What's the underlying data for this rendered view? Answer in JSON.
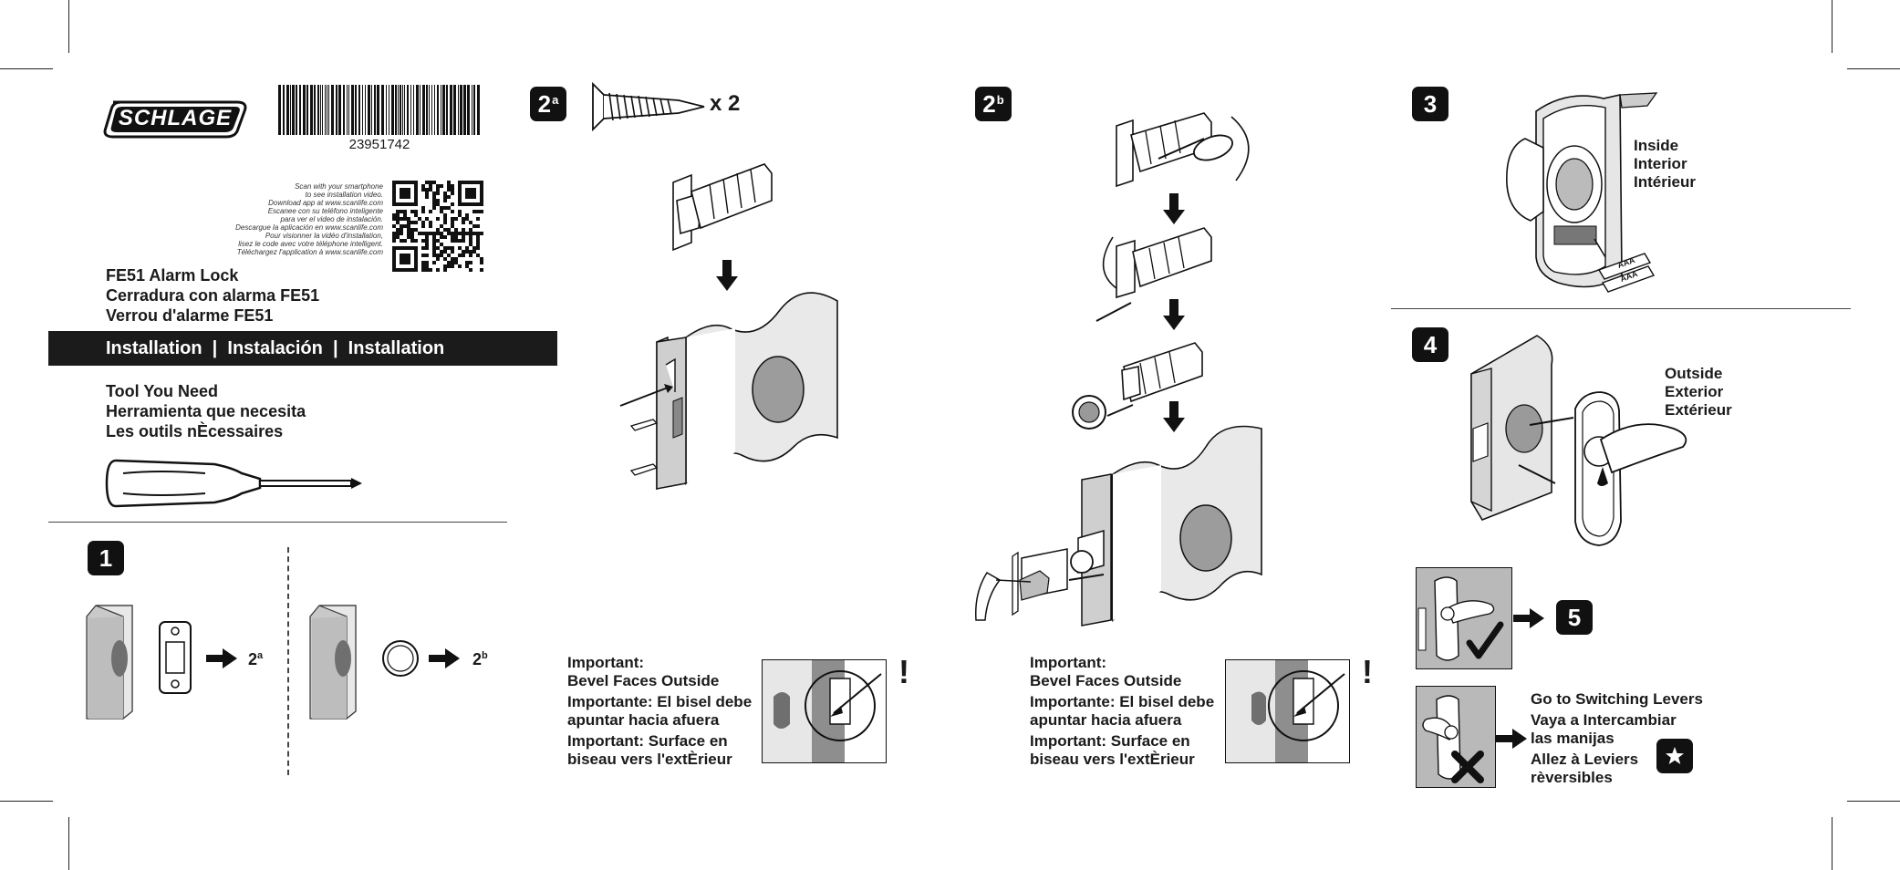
{
  "brand": {
    "logo_text": "SCHLAGE",
    "barcode_number": "23951742"
  },
  "qr": {
    "lines": [
      "Scan with your smartphone",
      "to see installation video.",
      "Download app at www.scanlife.com",
      "Escanee con su teléfono inteligente",
      "para ver el video de instalación.",
      "Descargue la aplicación en www.scanlife.com",
      "Pour visionner la vidéo d'installation,",
      "lisez le code avec votre téléphone intelligent.",
      "Téléchargez l'application à www.scanlife.com"
    ]
  },
  "product": {
    "title_en": "FE51 Alarm Lock",
    "title_es": "Cerradura con alarma FE51",
    "title_fr": "Verrou d'alarme FE51"
  },
  "install_bar": "Installation  |  Instalación  |  Installation",
  "tools": {
    "heading_en": "Tool You Need",
    "heading_es": "Herramienta que necesita",
    "heading_fr": "Les outils nÈcessaires"
  },
  "steps": {
    "s1": {
      "number": "1",
      "goto_a": "2",
      "goto_a_sup": "a",
      "goto_b": "2",
      "goto_b_sup": "b"
    },
    "s2a": {
      "number": "2",
      "sup": "a",
      "screw_qty": "x 2"
    },
    "s2b": {
      "number": "2",
      "sup": "b"
    },
    "s3": {
      "number": "3",
      "label_en": "Inside",
      "label_es": "Interior",
      "label_fr": "Intérieur",
      "battery_label": "AAA"
    },
    "s4": {
      "number": "4",
      "label_en": "Outside",
      "label_es": "Exterior",
      "label_fr": "Extérieur"
    },
    "s5": {
      "number": "5"
    }
  },
  "important": {
    "line1": "Important:",
    "line2": "Bevel Faces Outside",
    "line3": "Importante: El bisel debe",
    "line4": "apuntar hacia afuera",
    "line5": "Important: Surface en",
    "line6": "biseau vers l'extÈrieur",
    "exclaim": "!"
  },
  "switching": {
    "line1": "Go to Switching Levers",
    "line2": "Vaya a Intercambiar",
    "line3": "las manijas",
    "line4": "Allez à Leviers",
    "line5": "rèversibles"
  },
  "colors": {
    "ink": "#1b1b1b",
    "door_gray": "#d0d0d0",
    "dark_gray": "#8a8a8a",
    "light_gray": "#ececec"
  }
}
